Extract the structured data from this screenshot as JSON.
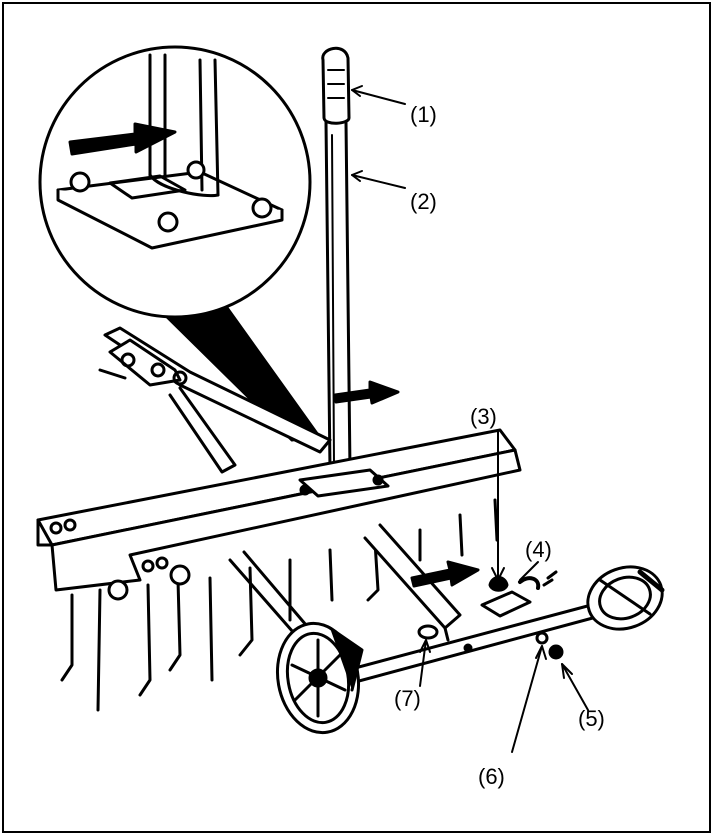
{
  "callouts": [
    {
      "id": "1",
      "text": "(1)"
    },
    {
      "id": "2",
      "text": "(2)"
    },
    {
      "id": "3",
      "text": "(3)"
    },
    {
      "id": "4",
      "text": "(4)"
    },
    {
      "id": "5",
      "text": "(5)"
    },
    {
      "id": "6",
      "text": "(6)"
    },
    {
      "id": "7",
      "text": "(7)"
    }
  ],
  "colors": {
    "ink": "#000000",
    "paper": "#ffffff"
  }
}
